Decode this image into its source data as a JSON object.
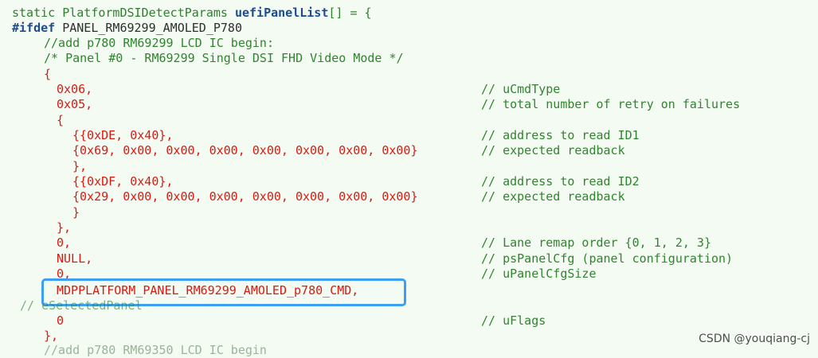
{
  "code": {
    "line1_a": "static PlatformDSIDetectParams ",
    "line1_b": "uefiPanelList",
    "line1_c": "[] = {",
    "line2_a": "#ifdef",
    "line2_b": " PANEL_RM69299_AMOLED_P780",
    "line3": "//add p780 RM69299 LCD IC begin:",
    "line4": "/* Panel #0 - RM69299 Single DSI FHD Video Mode */",
    "line5": "{",
    "line6": "0x06,",
    "line6c": "// uCmdType",
    "line7": "0x05,",
    "line7c": "// total number of retry on failures",
    "line8": "{",
    "line9": "{{0xDE, 0x40},",
    "line9c": "// address to read ID1",
    "line10": "{0x69, 0x00, 0x00, 0x00, 0x00, 0x00, 0x00, 0x00}",
    "line10c": "// expected readback",
    "line11": "},",
    "line12": "{{0xDF, 0x40},",
    "line12c": "// address to read ID2",
    "line13": "{0x29, 0x00, 0x00, 0x00, 0x00, 0x00, 0x00, 0x00}",
    "line13c": "// expected readback",
    "line14": "}",
    "line15": "},",
    "line16": "0,",
    "line16c": "// Lane remap order {0, 1, 2, 3}",
    "line17": "NULL,",
    "line17c": "// psPanelCfg (panel configuration)",
    "line18": "0,",
    "line18c": "// uPanelCfgSize",
    "line19": "MDPPLATFORM_PANEL_RM69299_AMOLED_p780_CMD,",
    "line20": "// eSelectedPanel",
    "line21": "0",
    "line21c": "// uFlags",
    "line22": "},",
    "line23": "//add p780 RM69350 LCD IC begin"
  },
  "watermark": "CSDN @youqiang-cj"
}
